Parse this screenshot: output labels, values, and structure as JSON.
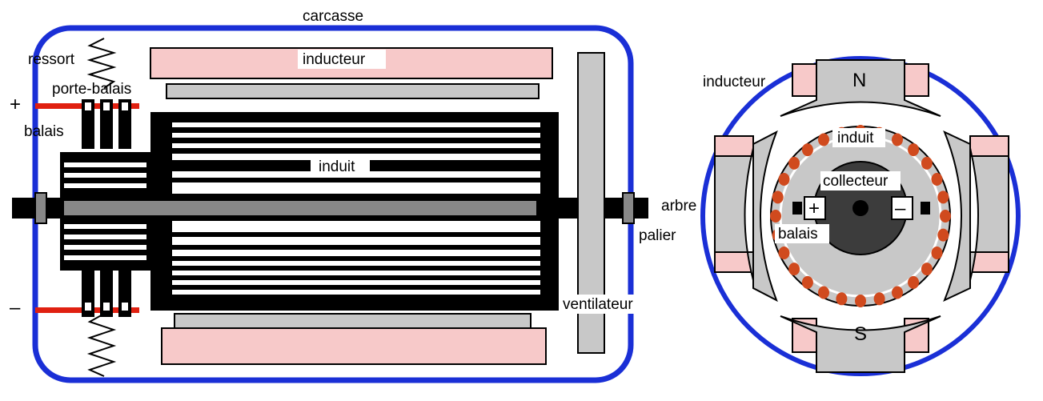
{
  "left_view": {
    "carcasse": "carcasse",
    "ressort": "ressort",
    "porte_balais": "porte-balais",
    "balais": "balais",
    "plus": "+",
    "minus": "–",
    "inducteur": "inducteur",
    "induit": "induit",
    "ventilateur": "ventilateur",
    "arbre": "arbre",
    "palier": "palier"
  },
  "right_view": {
    "inducteur": "inducteur",
    "induit": "induit",
    "collecteur": "collecteur",
    "balais": "balais",
    "plus": "+",
    "minus": "–",
    "north": "N",
    "south": "S"
  },
  "colors": {
    "frame_blue": "#1a2fd6",
    "pole_pink": "#f7c9c9",
    "steel_gray": "#c8c8c8",
    "shaft_gray": "#888888",
    "brush_red": "#e02010",
    "conductor_dot": "#d04a1e",
    "commutator_dark": "#3c3c3c"
  }
}
